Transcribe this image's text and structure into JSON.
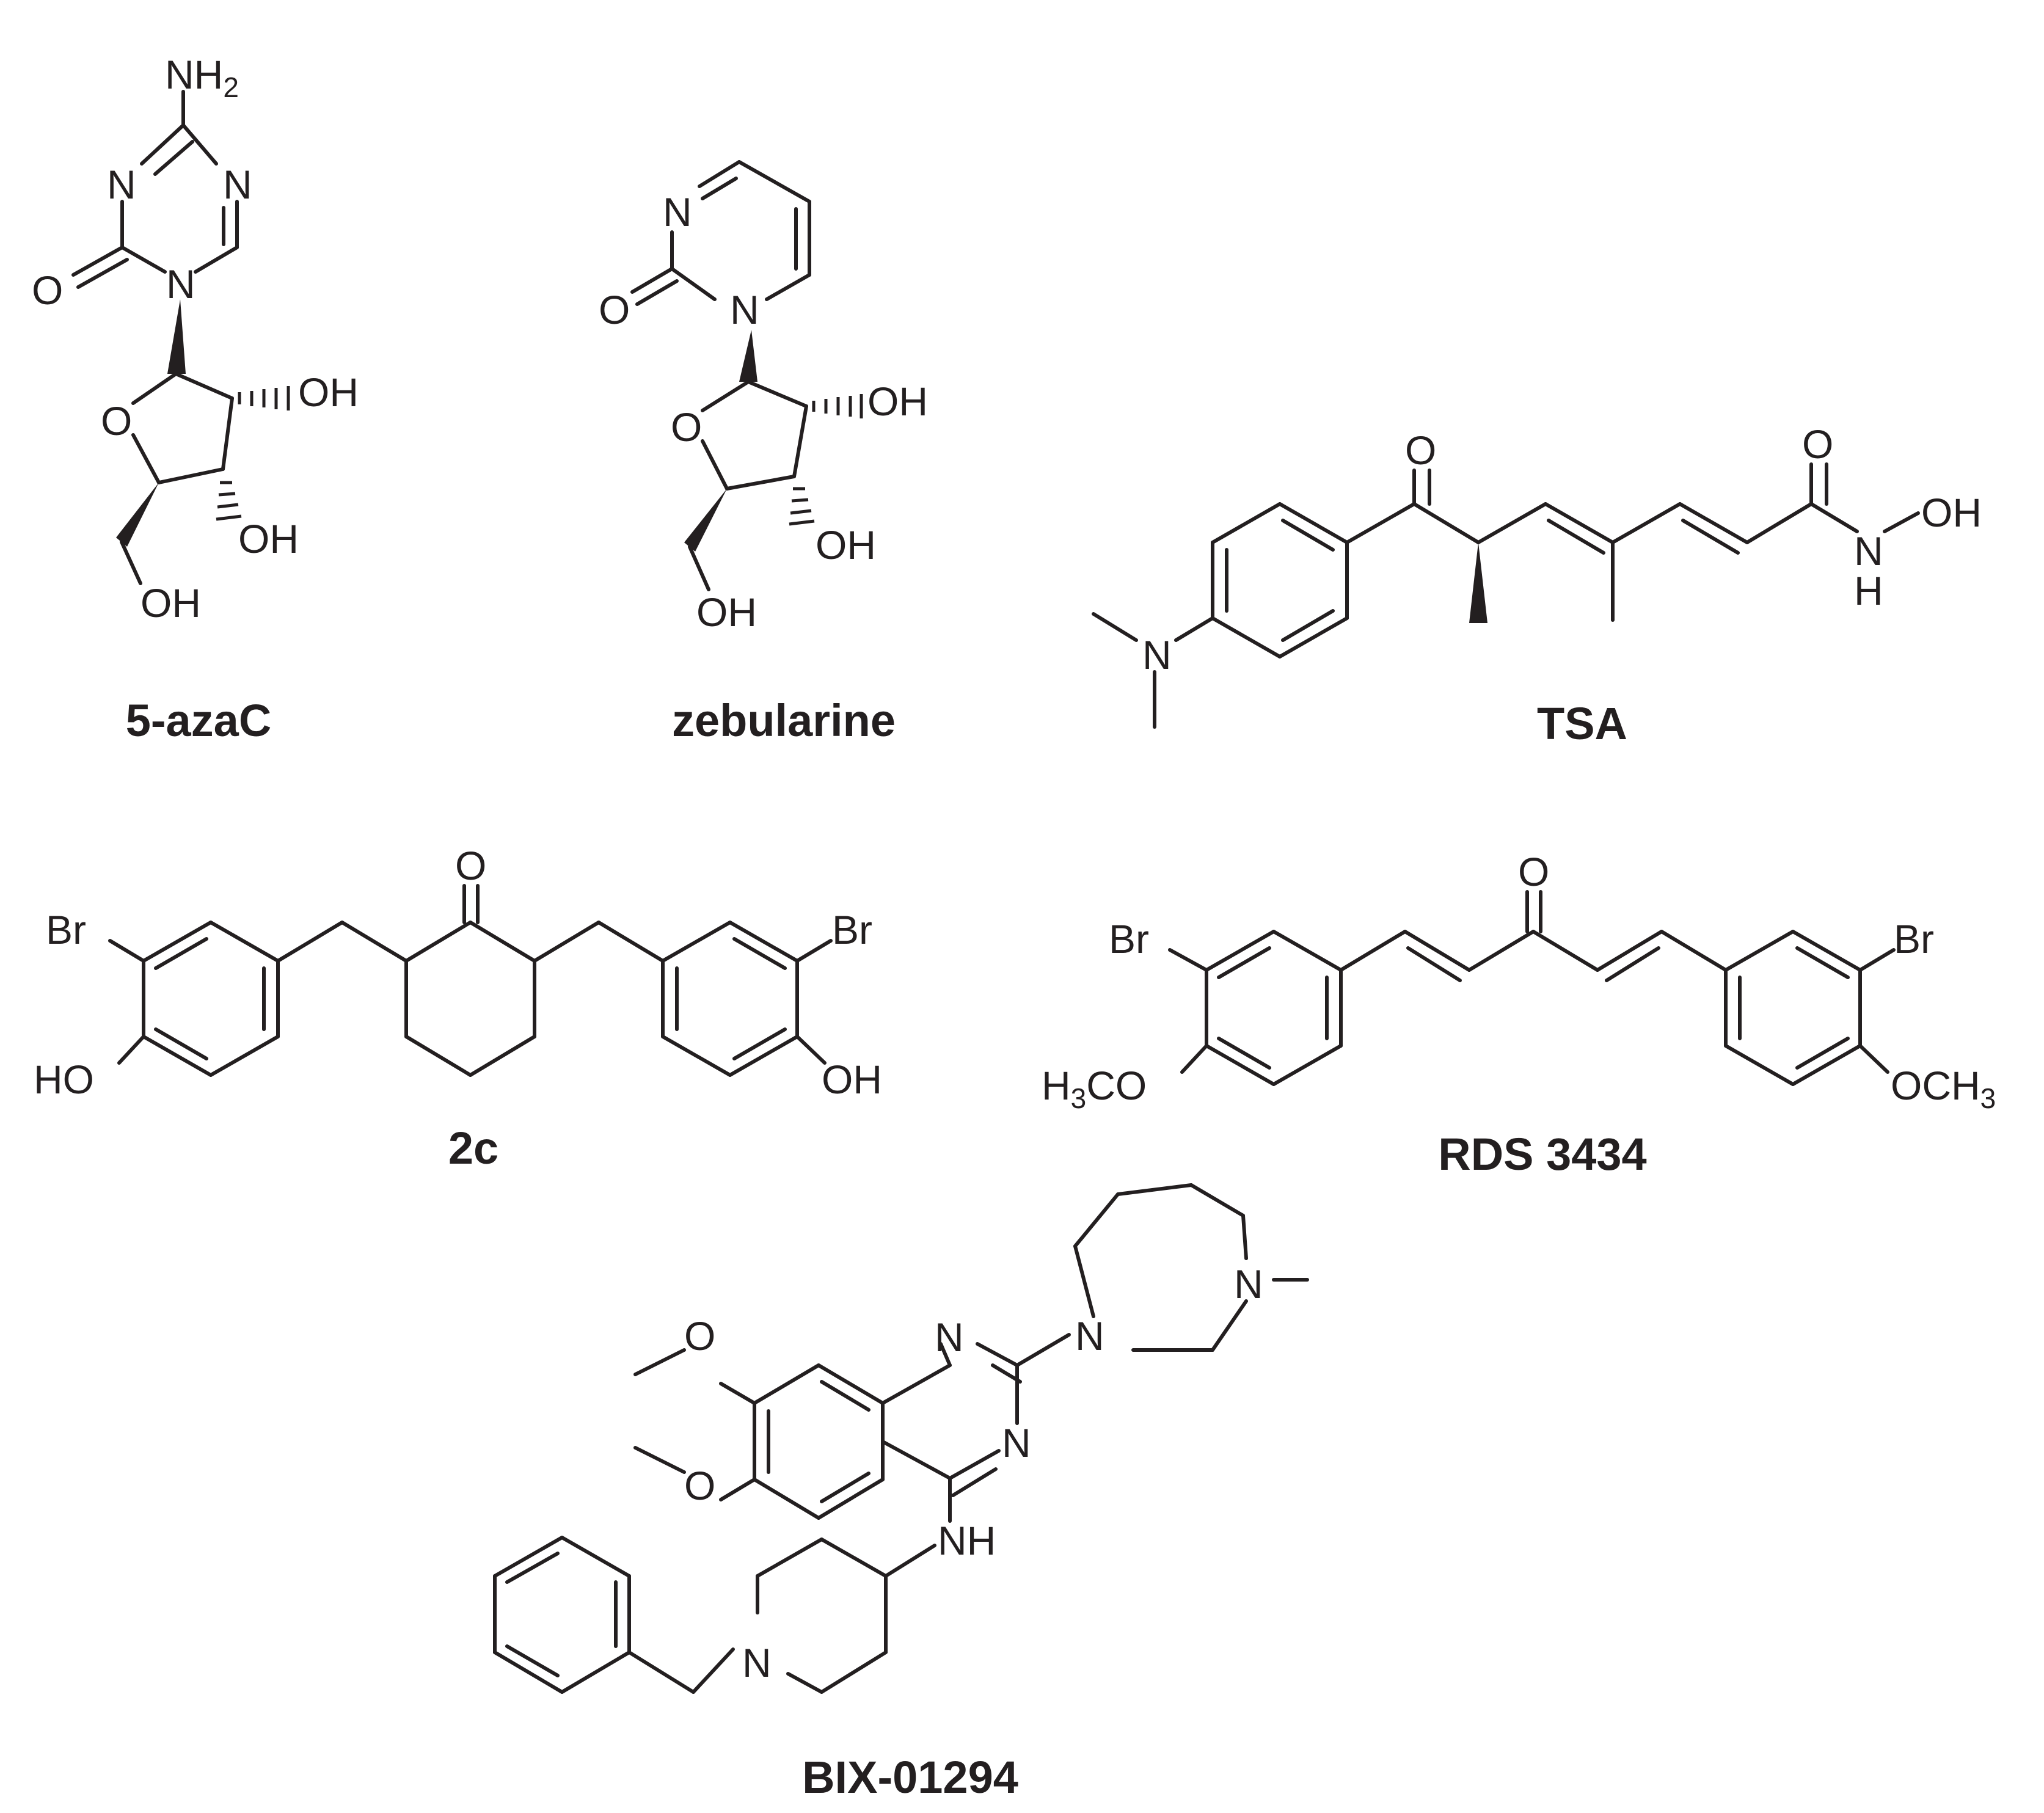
{
  "compounds": [
    {
      "id": "azac",
      "name": "5-azaC"
    },
    {
      "id": "zeb",
      "name": "zebularine"
    },
    {
      "id": "tsa",
      "name": "TSA"
    },
    {
      "id": "c2c",
      "name": "2c"
    },
    {
      "id": "rds",
      "name": "RDS 3434"
    },
    {
      "id": "bix",
      "name": "BIX-01294"
    }
  ],
  "atoms": {
    "N": "N",
    "O": "O",
    "H": "H",
    "NH": "NH",
    "NH2": "NH",
    "two": "2",
    "OH": "OH",
    "HO": "HO",
    "Br": "Br",
    "H3CO_h": "H",
    "three": "3",
    "CO": "CO",
    "OCH": "OCH"
  }
}
